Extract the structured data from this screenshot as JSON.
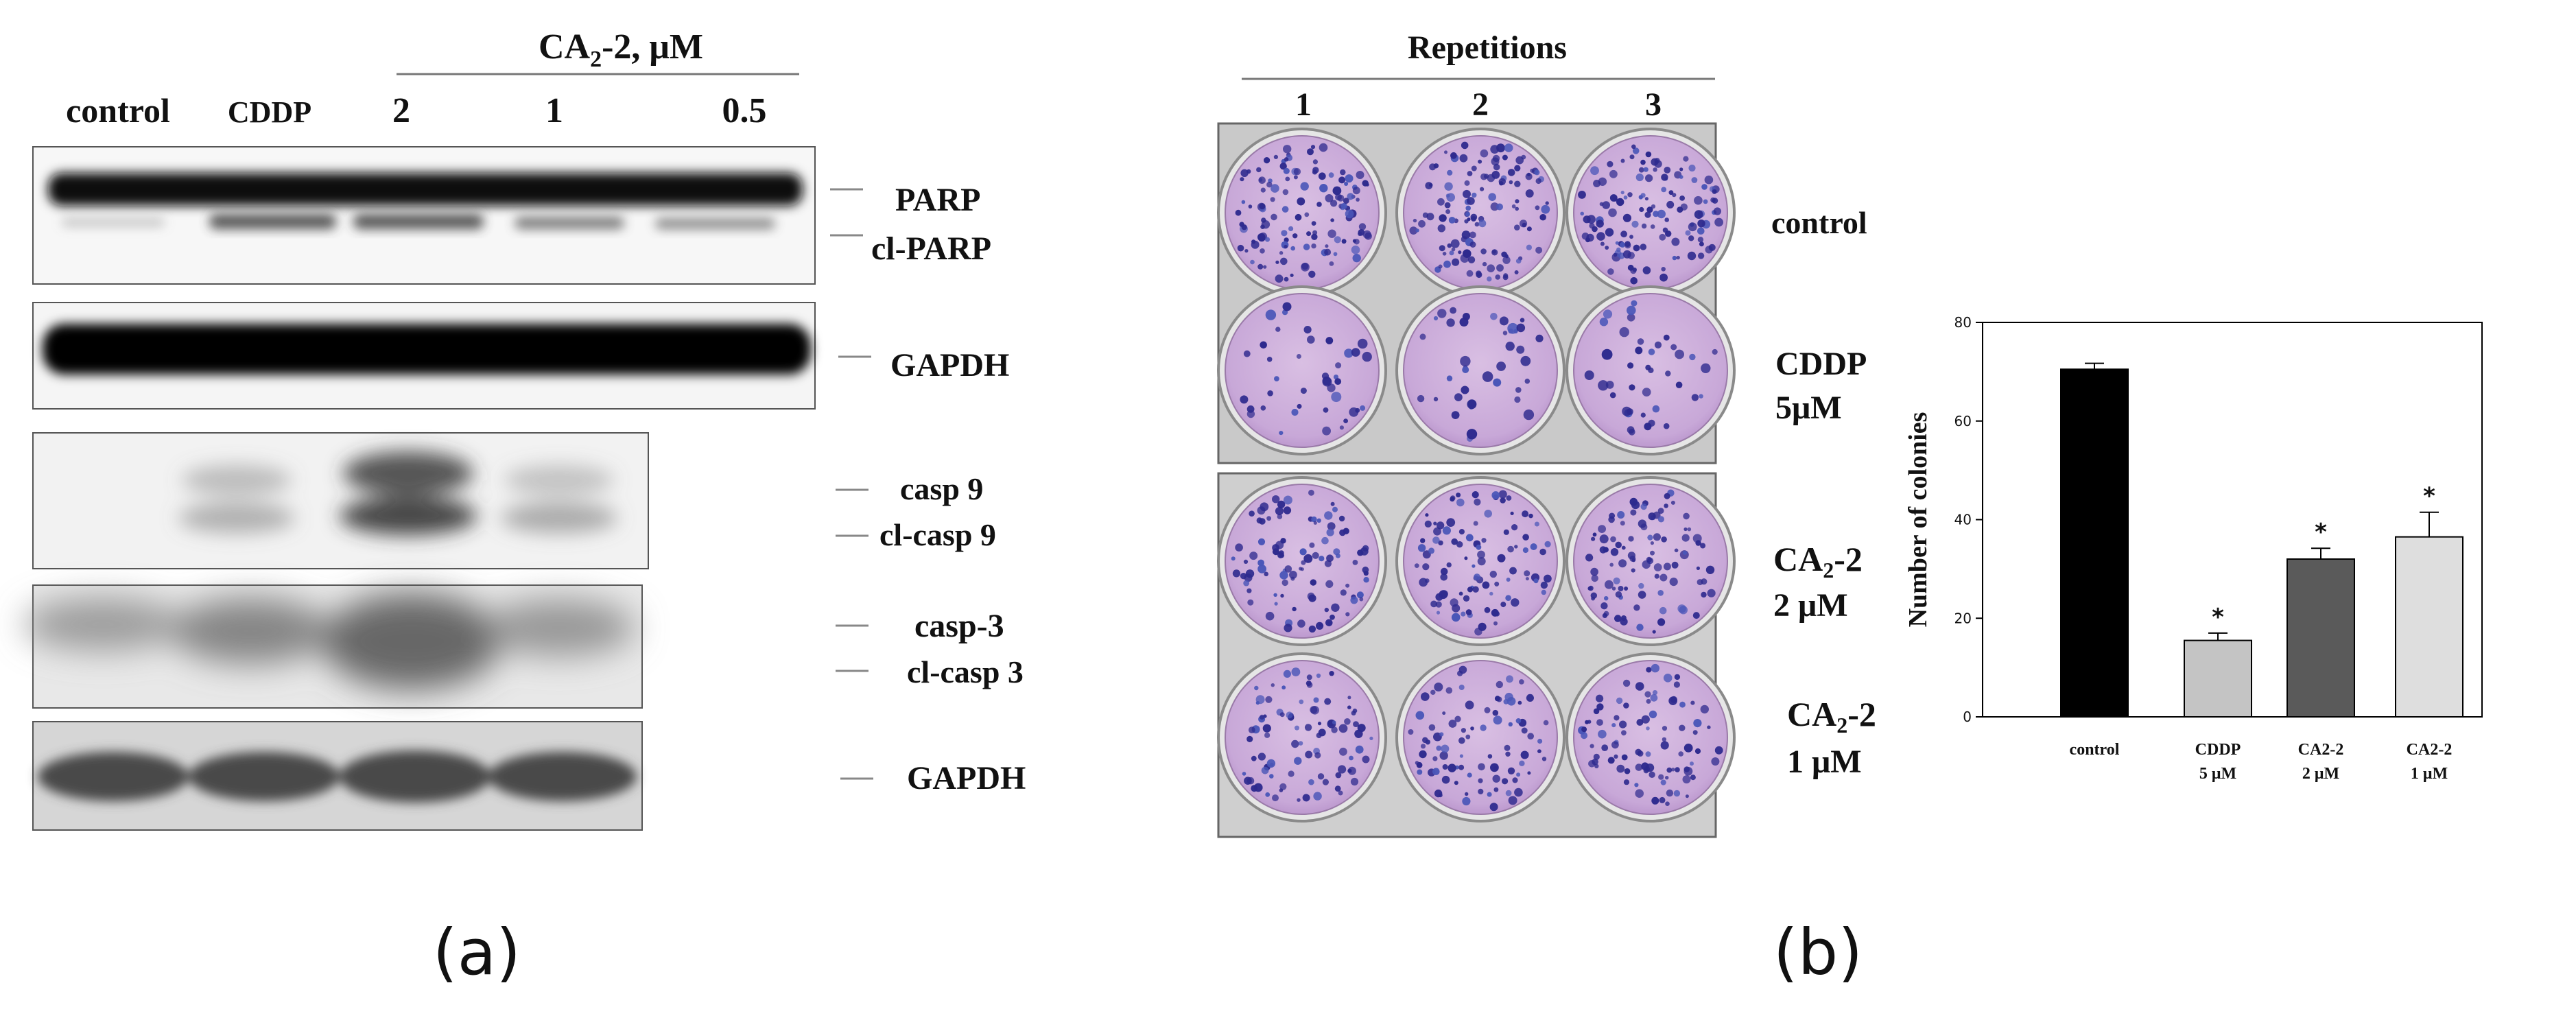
{
  "panel_a": {
    "letter": "(a)",
    "group_prefix": "CA",
    "group_sub": "2",
    "group_suffix": "-2, μM",
    "lanes": [
      "control",
      "CDDP",
      "2",
      "1",
      "0.5"
    ],
    "labels": {
      "parp": "PARP",
      "cl_parp": "cl-PARP",
      "gapdh_1": "GAPDH",
      "casp9": "casp 9",
      "cl_casp9": "cl-casp 9",
      "casp3": "casp-3",
      "cl_casp3": "cl-casp 3",
      "gapdh_2": "GAPDH"
    }
  },
  "panel_b": {
    "letter": "(b)",
    "repetitions_title": "Repetitions",
    "repetitions": [
      "1",
      "2",
      "3"
    ],
    "row_labels": {
      "control": "control",
      "cddp": "CDDP",
      "cddp_conc": "5μM",
      "ca22_prefix": "CA",
      "ca22_sub": "2",
      "ca22_suffix": "-2",
      "ca22_conc": "2 μM",
      "ca21_prefix": "CA",
      "ca21_sub": "2",
      "ca21_suffix": "-2",
      "ca21_conc": "1 μM"
    }
  },
  "chart_data": {
    "type": "bar",
    "categories": [
      "control",
      "CDDP 5 μM",
      "CA2-2 2 μM",
      "CA2-2 1 μM"
    ],
    "category_lines": [
      [
        "control"
      ],
      [
        "CDDP",
        "5 μM"
      ],
      [
        "CA2-2",
        "2 μM"
      ],
      [
        "CA2-2",
        "1 μM"
      ]
    ],
    "values": [
      70.5,
      15.5,
      32,
      36.5
    ],
    "errors": [
      1.2,
      1.5,
      2.2,
      5
    ],
    "significance": [
      "",
      "*",
      "*",
      "*"
    ],
    "bar_colors": [
      "#000000",
      "#c4c4c4",
      "#5a5a5a",
      "#dedede"
    ],
    "ylabel": "Number of colonies",
    "ylim": [
      0,
      80
    ],
    "yticks": [
      0,
      20,
      40,
      60,
      80
    ]
  }
}
